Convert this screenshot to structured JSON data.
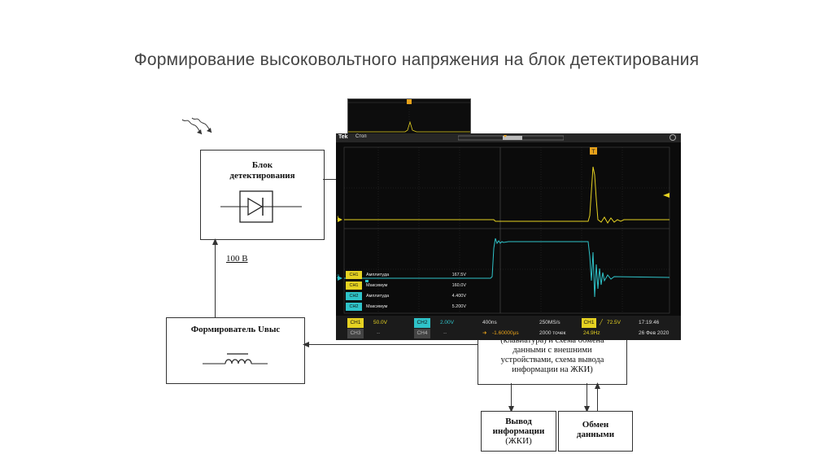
{
  "slide": {
    "title": "Формирование высоковольтного напряжения на блок детектирования"
  },
  "blocks": {
    "detector": {
      "line1": "Блок",
      "line2": "детектирования"
    },
    "former": {
      "label": "Формирователь Uвыс"
    },
    "controller": {
      "line1": "(клавиатура) и схема обмена",
      "line2": "данными с внешними",
      "line3": "устройствами, схема вывода",
      "line4": "информации на ЖКИ)"
    },
    "output": {
      "line1": "Вывод",
      "line2": "информации",
      "line3": "(ЖКИ)"
    },
    "exchange": {
      "line1": "Обмен",
      "line2": "данными"
    }
  },
  "voltage_label": "100 В",
  "icons": {
    "radiation": "radiation-arrows-icon",
    "diode": "diode-icon",
    "inductor": "inductor-icon"
  },
  "oscilloscope": {
    "brand": "Tek",
    "status": "Стоп",
    "trigger_marker": "T",
    "ch1_marker": "1",
    "ch2_marker": "2",
    "measurements": [
      {
        "ch": "CH1",
        "name": "Амплитуда",
        "value": "167.5V"
      },
      {
        "ch": "CH1",
        "name": "Максимум",
        "value": "160.0V"
      },
      {
        "ch": "CH2",
        "name": "Амплитуда",
        "value": "4.400V"
      },
      {
        "ch": "CH2",
        "name": "Максимум",
        "value": "5.200V"
      }
    ],
    "bottom": {
      "ch1_tag": "CH1",
      "ch1_scale": "50.0V",
      "ch2_tag": "CH2",
      "ch2_scale": "2.00V",
      "ch3_tag": "CH3",
      "ch3_val": "--",
      "ch4_tag": "CH4",
      "ch4_val": "--",
      "timebase": "400ns",
      "sample_rate": "250MS/s",
      "trig_ch": "CH1",
      "trig_level": "72.5V",
      "offset": "-1.60000µs",
      "points": "2000 точек",
      "freq": "24.9Hz",
      "time": "17:19:46",
      "date": "26 Фев 2020"
    },
    "colors": {
      "ch1": "#e6d222",
      "ch2": "#2fc3c9",
      "trigger": "#e8a21a",
      "background": "#0b0b0b"
    }
  }
}
